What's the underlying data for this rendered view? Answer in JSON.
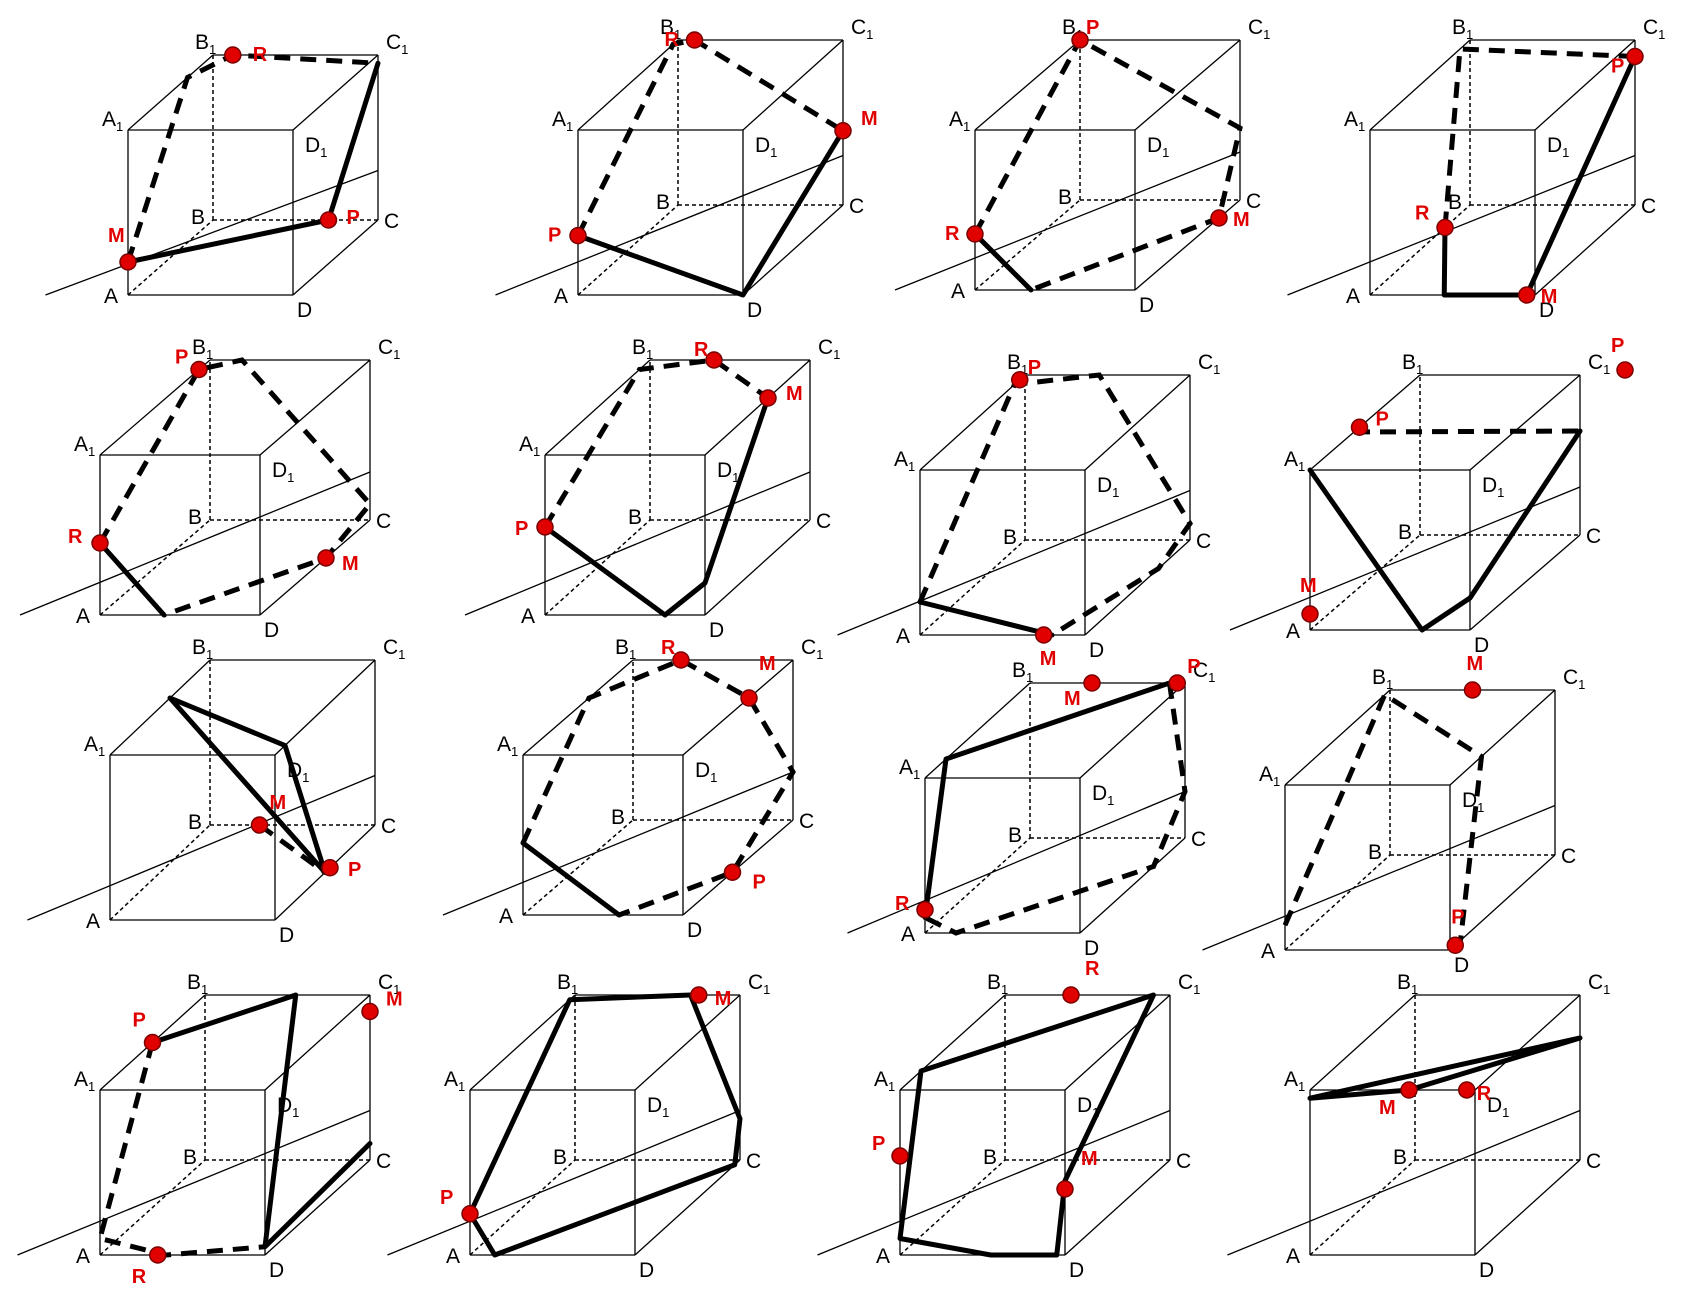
{
  "figure": {
    "description_labels": {
      "vertices": [
        "A",
        "B",
        "C",
        "D"
      ],
      "subscript": "1",
      "points": [
        "M",
        "P",
        "R"
      ]
    },
    "colors": {
      "point_fill": "#e00000",
      "line": "#000000",
      "background": "#ffffff"
    },
    "panel_count": 16,
    "panels": [
      {
        "points": [
          "M",
          "P",
          "R"
        ]
      },
      {
        "points": [
          "R",
          "M",
          "P"
        ]
      },
      {
        "points": [
          "P",
          "R",
          "M"
        ]
      },
      {
        "points": [
          "P",
          "R",
          "M"
        ]
      },
      {
        "points": [
          "P",
          "R",
          "M"
        ]
      },
      {
        "points": [
          "R",
          "M",
          "P"
        ]
      },
      {
        "points": [
          "P",
          "M"
        ]
      },
      {
        "points": [
          "P",
          "P",
          "M"
        ]
      },
      {
        "points": [
          "M",
          "P"
        ]
      },
      {
        "points": [
          "R",
          "M",
          "P"
        ]
      },
      {
        "points": [
          "P",
          "M",
          "R"
        ]
      },
      {
        "points": [
          "M",
          "P"
        ]
      },
      {
        "points": [
          "P",
          "M",
          "R"
        ]
      },
      {
        "points": [
          "M",
          "P"
        ]
      },
      {
        "points": [
          "R",
          "P",
          "M"
        ]
      },
      {
        "points": [
          "M",
          "R"
        ]
      }
    ]
  }
}
